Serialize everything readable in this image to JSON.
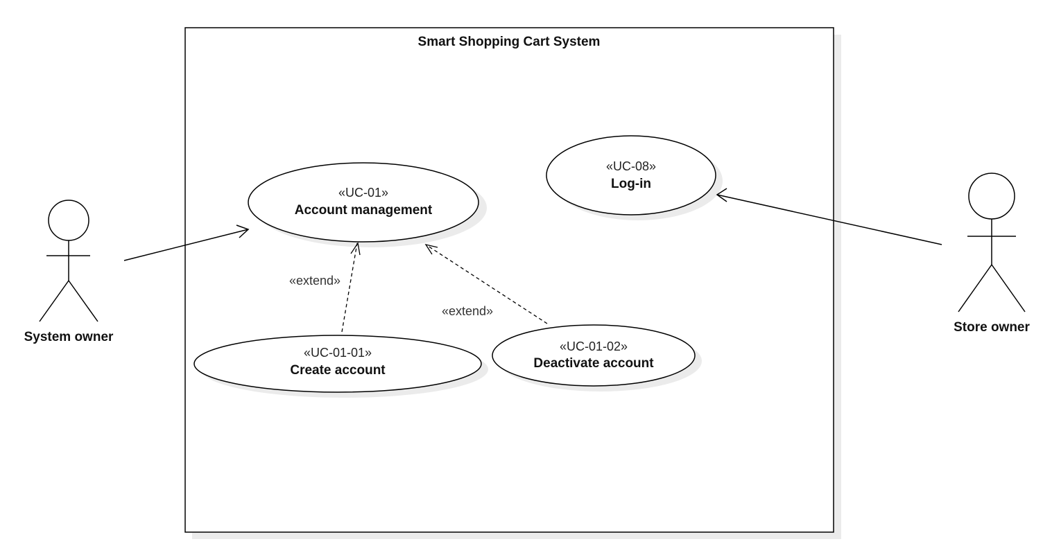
{
  "system": {
    "title": "Smart Shopping Cart System"
  },
  "actors": {
    "system_owner": "System owner",
    "store_owner": "Store owner"
  },
  "use_cases": {
    "account_management": {
      "stereotype": "«UC-01»",
      "name": "Account management"
    },
    "create_account": {
      "stereotype": "«UC-01-01»",
      "name": "Create account"
    },
    "deactivate_account": {
      "stereotype": "«UC-01-02»",
      "name": "Deactivate account"
    },
    "log_in": {
      "stereotype": "«UC-08»",
      "name": "Log-in"
    }
  },
  "relations": {
    "extend_create": "«extend»",
    "extend_deactivate": "«extend»"
  },
  "colors": {
    "line": "#000000",
    "shadow": "#e6e6e6",
    "fill": "#ffffff"
  }
}
